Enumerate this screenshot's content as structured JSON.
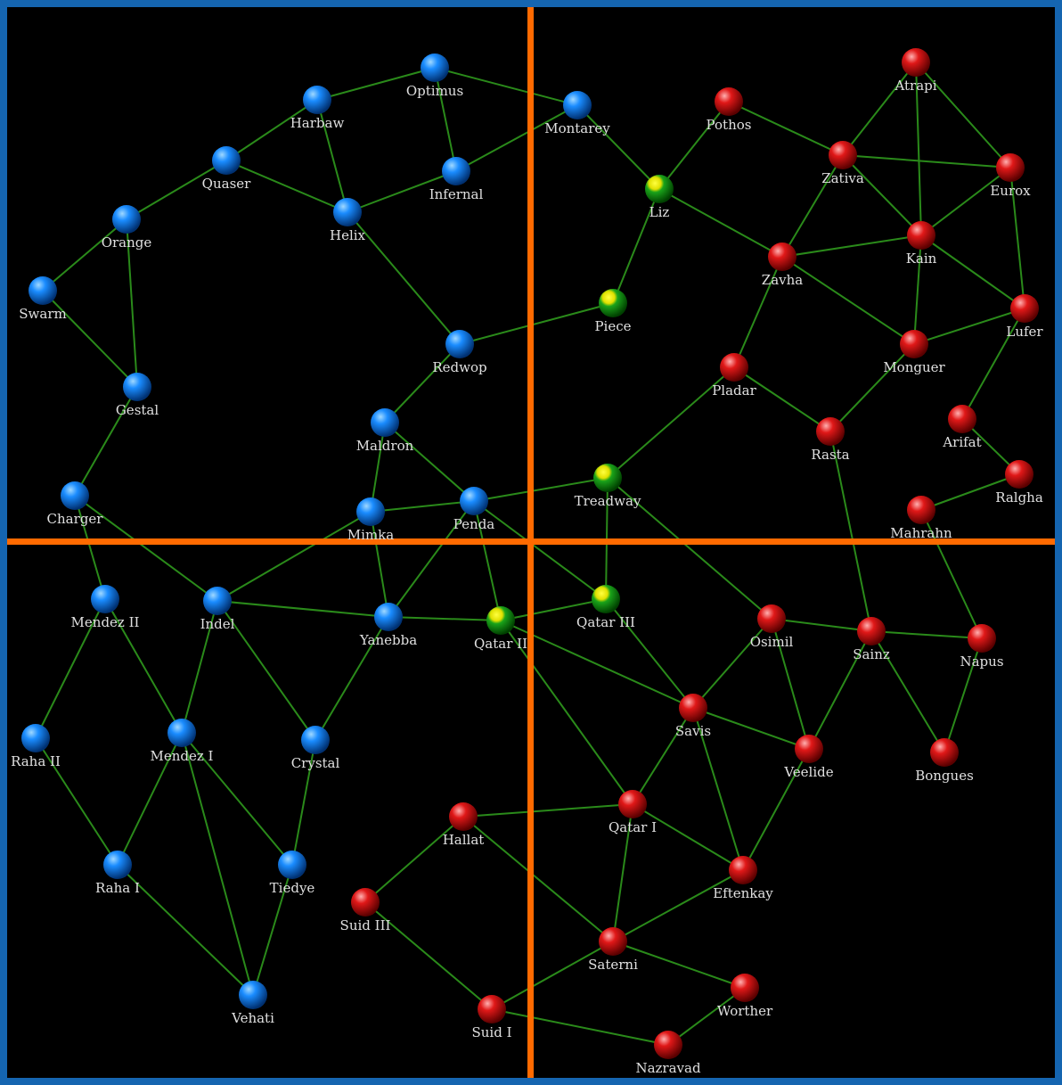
{
  "colors": {
    "blue": "#1a8cff",
    "green": "#1aa31a",
    "red": "#e01818",
    "edge": "#2a8a1a",
    "divider": "#ff6a00",
    "border": "#1565b0"
  },
  "systems": [
    {
      "name": "Optimus",
      "faction": "blue"
    },
    {
      "name": "Harbaw",
      "faction": "blue"
    },
    {
      "name": "Montarey",
      "faction": "blue"
    },
    {
      "name": "Quaser",
      "faction": "blue"
    },
    {
      "name": "Infernal",
      "faction": "blue"
    },
    {
      "name": "Helix",
      "faction": "blue"
    },
    {
      "name": "Orange",
      "faction": "blue"
    },
    {
      "name": "Swarm",
      "faction": "blue"
    },
    {
      "name": "Redwop",
      "faction": "blue"
    },
    {
      "name": "Gestal",
      "faction": "blue"
    },
    {
      "name": "Maldron",
      "faction": "blue"
    },
    {
      "name": "Charger",
      "faction": "blue"
    },
    {
      "name": "Penda",
      "faction": "blue"
    },
    {
      "name": "Mimka",
      "faction": "blue"
    },
    {
      "name": "Mendez II",
      "faction": "blue"
    },
    {
      "name": "Indel",
      "faction": "blue"
    },
    {
      "name": "Yanebba",
      "faction": "blue"
    },
    {
      "name": "Raha II",
      "faction": "blue"
    },
    {
      "name": "Mendez I",
      "faction": "blue"
    },
    {
      "name": "Crystal",
      "faction": "blue"
    },
    {
      "name": "Raha I",
      "faction": "blue"
    },
    {
      "name": "Tiedye",
      "faction": "blue"
    },
    {
      "name": "Vehati",
      "faction": "blue"
    },
    {
      "name": "Liz",
      "faction": "green"
    },
    {
      "name": "Piece",
      "faction": "green"
    },
    {
      "name": "Treadway",
      "faction": "green"
    },
    {
      "name": "Qatar III",
      "faction": "green"
    },
    {
      "name": "Qatar II",
      "faction": "green"
    },
    {
      "name": "Atrapi",
      "faction": "red"
    },
    {
      "name": "Pothos",
      "faction": "red"
    },
    {
      "name": "Zativa",
      "faction": "red"
    },
    {
      "name": "Eurox",
      "faction": "red"
    },
    {
      "name": "Kain",
      "faction": "red"
    },
    {
      "name": "Zavha",
      "faction": "red"
    },
    {
      "name": "Lufer",
      "faction": "red"
    },
    {
      "name": "Monguer",
      "faction": "red"
    },
    {
      "name": "Pladar",
      "faction": "red"
    },
    {
      "name": "Rasta",
      "faction": "red"
    },
    {
      "name": "Arifat",
      "faction": "red"
    },
    {
      "name": "Ralgha",
      "faction": "red"
    },
    {
      "name": "Mahrahn",
      "faction": "red"
    },
    {
      "name": "Osimil",
      "faction": "red"
    },
    {
      "name": "Sainz",
      "faction": "red"
    },
    {
      "name": "Napus",
      "faction": "red"
    },
    {
      "name": "Savis",
      "faction": "red"
    },
    {
      "name": "Veelide",
      "faction": "red"
    },
    {
      "name": "Bongues",
      "faction": "red"
    },
    {
      "name": "Qatar I",
      "faction": "red"
    },
    {
      "name": "Hallat",
      "faction": "red"
    },
    {
      "name": "Eftenkay",
      "faction": "red"
    },
    {
      "name": "Suid III",
      "faction": "red"
    },
    {
      "name": "Saterni",
      "faction": "red"
    },
    {
      "name": "Worther",
      "faction": "red"
    },
    {
      "name": "Suid I",
      "faction": "red"
    },
    {
      "name": "Nazravad",
      "faction": "red"
    }
  ],
  "links": [
    [
      "Optimus",
      "Harbaw"
    ],
    [
      "Optimus",
      "Montarey"
    ],
    [
      "Optimus",
      "Infernal"
    ],
    [
      "Harbaw",
      "Quaser"
    ],
    [
      "Harbaw",
      "Helix"
    ],
    [
      "Quaser",
      "Orange"
    ],
    [
      "Quaser",
      "Helix"
    ],
    [
      "Helix",
      "Infernal"
    ],
    [
      "Infernal",
      "Montarey"
    ],
    [
      "Montarey",
      "Liz"
    ],
    [
      "Orange",
      "Swarm"
    ],
    [
      "Orange",
      "Gestal"
    ],
    [
      "Swarm",
      "Gestal"
    ],
    [
      "Gestal",
      "Charger"
    ],
    [
      "Helix",
      "Redwop"
    ],
    [
      "Redwop",
      "Piece"
    ],
    [
      "Redwop",
      "Maldron"
    ],
    [
      "Maldron",
      "Mimka"
    ],
    [
      "Maldron",
      "Penda"
    ],
    [
      "Mimka",
      "Penda"
    ],
    [
      "Penda",
      "Treadway"
    ],
    [
      "Penda",
      "Yanebba"
    ],
    [
      "Penda",
      "Qatar II"
    ],
    [
      "Penda",
      "Qatar III"
    ],
    [
      "Mimka",
      "Yanebba"
    ],
    [
      "Mimka",
      "Indel"
    ],
    [
      "Charger",
      "Indel"
    ],
    [
      "Charger",
      "Mendez II"
    ],
    [
      "Mendez II",
      "Raha II"
    ],
    [
      "Mendez II",
      "Mendez I"
    ],
    [
      "Indel",
      "Yanebba"
    ],
    [
      "Indel",
      "Mendez I"
    ],
    [
      "Indel",
      "Crystal"
    ],
    [
      "Yanebba",
      "Qatar II"
    ],
    [
      "Yanebba",
      "Crystal"
    ],
    [
      "Raha II",
      "Raha I"
    ],
    [
      "Mendez I",
      "Raha I"
    ],
    [
      "Mendez I",
      "Tiedye"
    ],
    [
      "Mendez I",
      "Vehati"
    ],
    [
      "Crystal",
      "Tiedye"
    ],
    [
      "Raha I",
      "Vehati"
    ],
    [
      "Tiedye",
      "Vehati"
    ],
    [
      "Liz",
      "Pothos"
    ],
    [
      "Liz",
      "Piece"
    ],
    [
      "Liz",
      "Zavha"
    ],
    [
      "Pothos",
      "Zativa"
    ],
    [
      "Zativa",
      "Atrapi"
    ],
    [
      "Zativa",
      "Eurox"
    ],
    [
      "Zativa",
      "Kain"
    ],
    [
      "Zativa",
      "Zavha"
    ],
    [
      "Atrapi",
      "Eurox"
    ],
    [
      "Atrapi",
      "Kain"
    ],
    [
      "Eurox",
      "Kain"
    ],
    [
      "Eurox",
      "Lufer"
    ],
    [
      "Kain",
      "Zavha"
    ],
    [
      "Kain",
      "Lufer"
    ],
    [
      "Kain",
      "Monguer"
    ],
    [
      "Zavha",
      "Monguer"
    ],
    [
      "Zavha",
      "Pladar"
    ],
    [
      "Monguer",
      "Lufer"
    ],
    [
      "Monguer",
      "Rasta"
    ],
    [
      "Lufer",
      "Arifat"
    ],
    [
      "Arifat",
      "Ralgha"
    ],
    [
      "Ralgha",
      "Mahrahn"
    ],
    [
      "Mahrahn",
      "Napus"
    ],
    [
      "Pladar",
      "Rasta"
    ],
    [
      "Pladar",
      "Treadway"
    ],
    [
      "Treadway",
      "Qatar III"
    ],
    [
      "Treadway",
      "Osimil"
    ],
    [
      "Rasta",
      "Sainz"
    ],
    [
      "Qatar II",
      "Qatar III"
    ],
    [
      "Qatar II",
      "Savis"
    ],
    [
      "Qatar II",
      "Qatar I"
    ],
    [
      "Qatar III",
      "Savis"
    ],
    [
      "Osimil",
      "Sainz"
    ],
    [
      "Osimil",
      "Savis"
    ],
    [
      "Osimil",
      "Veelide"
    ],
    [
      "Sainz",
      "Napus"
    ],
    [
      "Sainz",
      "Veelide"
    ],
    [
      "Sainz",
      "Bongues"
    ],
    [
      "Napus",
      "Bongues"
    ],
    [
      "Savis",
      "Veelide"
    ],
    [
      "Savis",
      "Qatar I"
    ],
    [
      "Savis",
      "Eftenkay"
    ],
    [
      "Veelide",
      "Eftenkay"
    ],
    [
      "Qatar I",
      "Hallat"
    ],
    [
      "Qatar I",
      "Eftenkay"
    ],
    [
      "Qatar I",
      "Saterni"
    ],
    [
      "Hallat",
      "Suid III"
    ],
    [
      "Hallat",
      "Saterni"
    ],
    [
      "Suid III",
      "Suid I"
    ],
    [
      "Saterni",
      "Suid I"
    ],
    [
      "Saterni",
      "Eftenkay"
    ],
    [
      "Saterni",
      "Worther"
    ],
    [
      "Suid I",
      "Nazravad"
    ],
    [
      "Worther",
      "Nazravad"
    ]
  ]
}
